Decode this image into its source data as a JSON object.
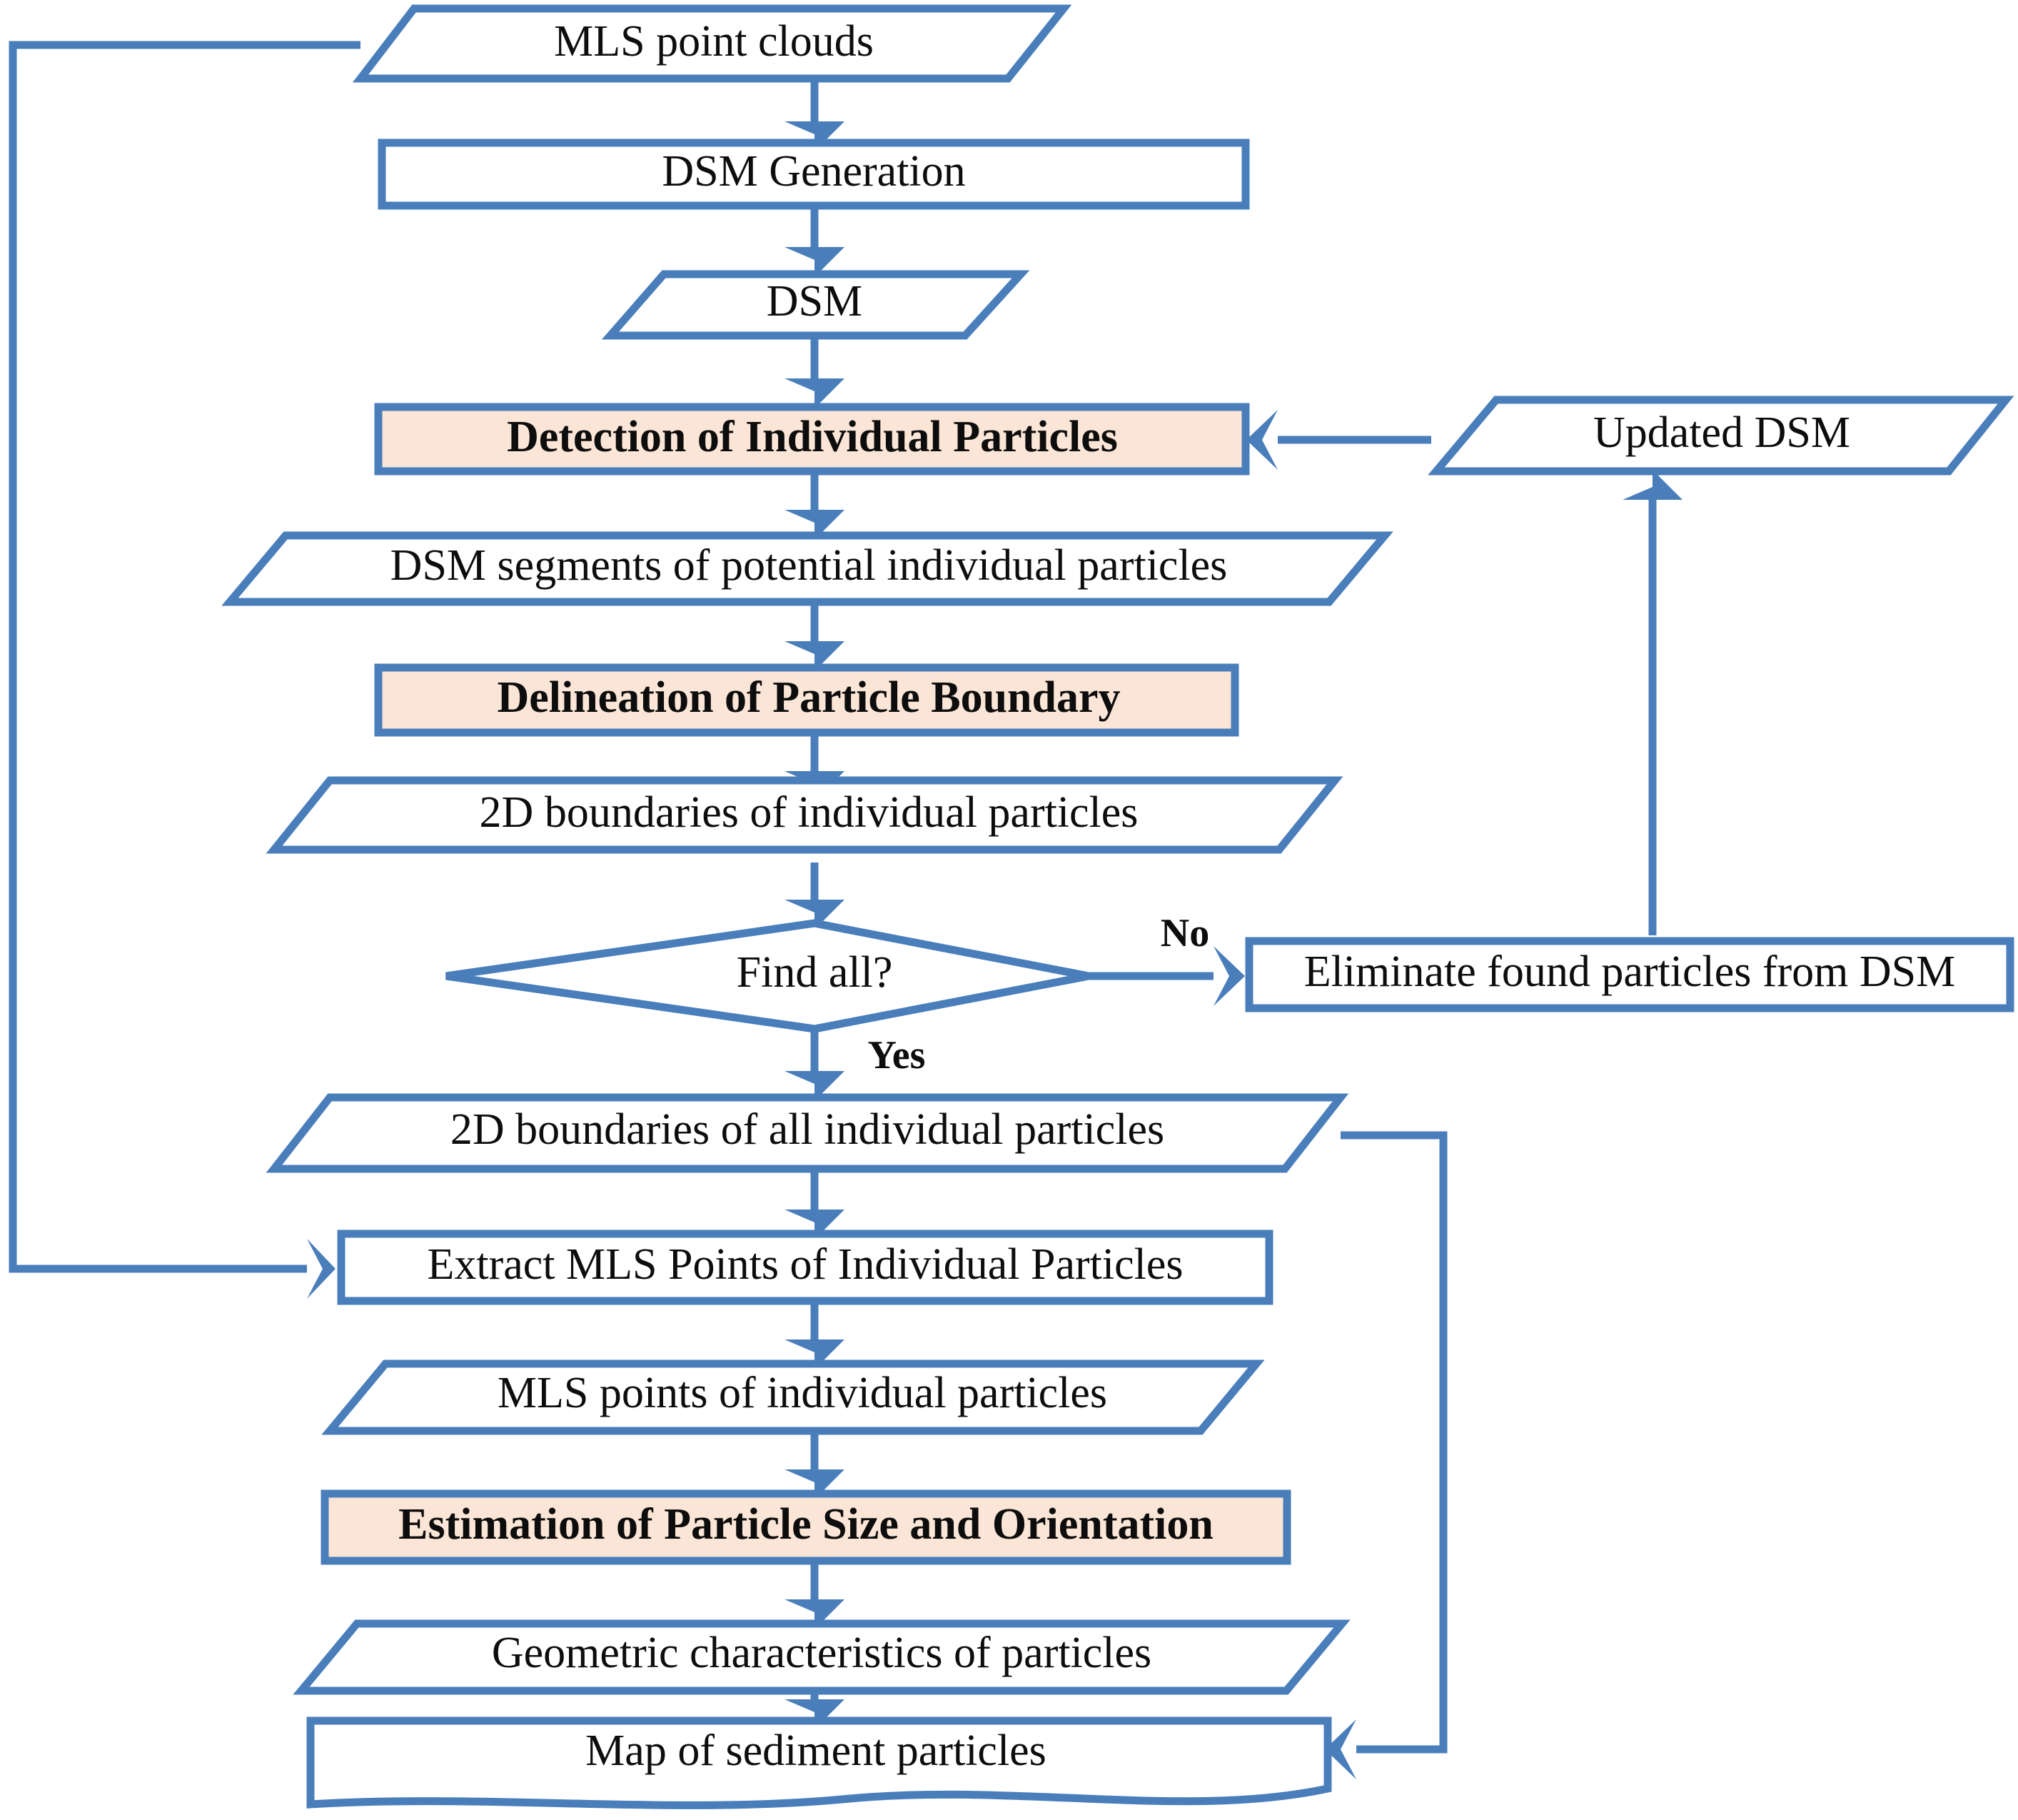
{
  "diagram": {
    "title": "MLS point cloud sediment particle processing flowchart",
    "colors": {
      "stroke": "#4a7ebb",
      "accent_fill": "#fbe5d6",
      "node_fill": "#ffffff",
      "text": "#0d0d0d"
    },
    "nodes": [
      {
        "id": "mls-point-clouds",
        "label": "MLS point clouds",
        "shape": "parallelogram",
        "emphasis": false
      },
      {
        "id": "dsm-generation",
        "label": "DSM Generation",
        "shape": "rectangle",
        "emphasis": false
      },
      {
        "id": "dsm",
        "label": "DSM",
        "shape": "parallelogram",
        "emphasis": false
      },
      {
        "id": "detection",
        "label": "Detection of Individual Particles",
        "shape": "rectangle",
        "emphasis": true
      },
      {
        "id": "updated-dsm",
        "label": "Updated DSM",
        "shape": "parallelogram",
        "emphasis": false
      },
      {
        "id": "dsm-segments",
        "label": "DSM segments of potential individual particles",
        "shape": "parallelogram",
        "emphasis": false
      },
      {
        "id": "delineation",
        "label": "Delineation of Particle Boundary",
        "shape": "rectangle",
        "emphasis": true
      },
      {
        "id": "boundaries-individual",
        "label": "2D boundaries of individual particles",
        "shape": "parallelogram",
        "emphasis": false
      },
      {
        "id": "find-all",
        "label": "Find all?",
        "shape": "diamond",
        "emphasis": false
      },
      {
        "id": "eliminate",
        "label": "Eliminate found particles from DSM",
        "shape": "rectangle",
        "emphasis": false
      },
      {
        "id": "boundaries-all",
        "label": "2D boundaries of all individual particles",
        "shape": "parallelogram",
        "emphasis": false
      },
      {
        "id": "extract-mls",
        "label": "Extract MLS Points of Individual Particles",
        "shape": "rectangle",
        "emphasis": false
      },
      {
        "id": "mls-points-individual",
        "label": "MLS points of individual particles",
        "shape": "parallelogram",
        "emphasis": false
      },
      {
        "id": "estimation",
        "label": "Estimation of Particle Size and Orientation",
        "shape": "rectangle",
        "emphasis": true
      },
      {
        "id": "geometric-characteristics",
        "label": "Geometric characteristics of particles",
        "shape": "parallelogram",
        "emphasis": false
      },
      {
        "id": "map-sediment",
        "label": "Map of sediment particles",
        "shape": "document",
        "emphasis": false
      }
    ],
    "edge_labels": {
      "no": "No",
      "yes": "Yes"
    },
    "edges": [
      {
        "from": "mls-point-clouds",
        "to": "dsm-generation"
      },
      {
        "from": "dsm-generation",
        "to": "dsm"
      },
      {
        "from": "dsm",
        "to": "detection"
      },
      {
        "from": "detection",
        "to": "dsm-segments"
      },
      {
        "from": "dsm-segments",
        "to": "delineation"
      },
      {
        "from": "delineation",
        "to": "boundaries-individual"
      },
      {
        "from": "boundaries-individual",
        "to": "find-all"
      },
      {
        "from": "find-all",
        "to": "eliminate",
        "label": "No"
      },
      {
        "from": "find-all",
        "to": "boundaries-all",
        "label": "Yes"
      },
      {
        "from": "eliminate",
        "to": "updated-dsm"
      },
      {
        "from": "updated-dsm",
        "to": "detection"
      },
      {
        "from": "boundaries-all",
        "to": "extract-mls"
      },
      {
        "from": "boundaries-all",
        "to": "map-sediment"
      },
      {
        "from": "mls-point-clouds",
        "to": "extract-mls"
      },
      {
        "from": "extract-mls",
        "to": "mls-points-individual"
      },
      {
        "from": "mls-points-individual",
        "to": "estimation"
      },
      {
        "from": "estimation",
        "to": "geometric-characteristics"
      },
      {
        "from": "geometric-characteristics",
        "to": "map-sediment"
      }
    ]
  }
}
